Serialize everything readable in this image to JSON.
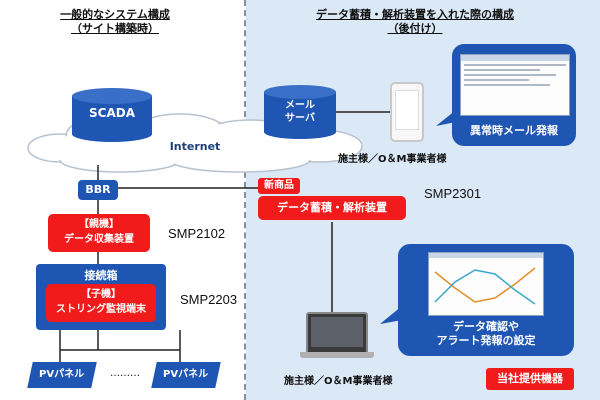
{
  "left": {
    "title_line1": "一般的なシステム構成",
    "title_line2": "（サイト構築時）",
    "scada": "SCADA",
    "internet": "Internet",
    "bbr": "BBR",
    "parent_tag": "【親機】",
    "parent_name": "データ収集装置",
    "parent_model": "SMP2102",
    "junction": "接続箱",
    "child_tag": "【子機】",
    "child_name": "ストリング監視端末",
    "child_model": "SMP2203",
    "pv_left": "PVパネル",
    "pv_dots": "………",
    "pv_right": "PVパネル"
  },
  "right": {
    "title_line1": "データ蓄積・解析装置を入れた際の構成",
    "title_line2": "（後付け）",
    "mail_server_line1": "メール",
    "mail_server_line2": "サーバ",
    "owner_top": "施主様／O＆M事業者様",
    "alert_mail": "異常時メール発報",
    "new_product": "新商品",
    "device_name": "データ蓄積・解析装置",
    "device_model": "SMP2301",
    "confirm_line1": "データ確認や",
    "confirm_line2": "アラート発報の設定",
    "owner_bottom": "施主様／O＆M事業者様",
    "supplied": "当社提供機器"
  },
  "colors": {
    "navy": "#1f56b3",
    "red": "#f21b1b",
    "panel_bg": "#dbe8f6"
  }
}
